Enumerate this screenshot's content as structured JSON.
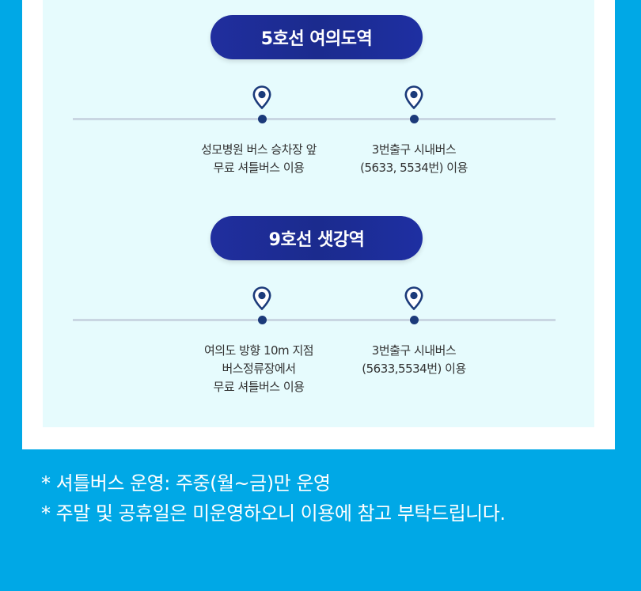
{
  "sections": [
    {
      "title": "5호선 여의도역",
      "stops": [
        {
          "icon": "location-pin-icon",
          "lines": [
            "성모병원 버스 승차장 앞",
            "무료 셔틀버스 이용"
          ]
        },
        {
          "icon": "location-pin-icon",
          "lines": [
            "3번출구 시내버스",
            "(5633, 5534번) 이용"
          ]
        }
      ]
    },
    {
      "title": "9호선 샛강역",
      "stops": [
        {
          "icon": "location-pin-icon",
          "lines": [
            "여의도 방향 10m 지점",
            "버스정류장에서",
            "무료 셔틀버스 이용"
          ]
        },
        {
          "icon": "location-pin-icon",
          "lines": [
            "3번출구 시내버스",
            "(5633,5534번) 이용"
          ]
        }
      ]
    }
  ],
  "notes": [
    "* 셔틀버스 운영: 주중(월~금)만 운영",
    "*  주말 및 공휴일은 미운영하오니 이용에 참고 부탁드립니다."
  ],
  "colors": {
    "background": "#00a8e6",
    "panel": "#e6fbfd",
    "pill": "#1b2b8e",
    "line": "#c9d6e2",
    "marker": "#1b3a7a"
  }
}
